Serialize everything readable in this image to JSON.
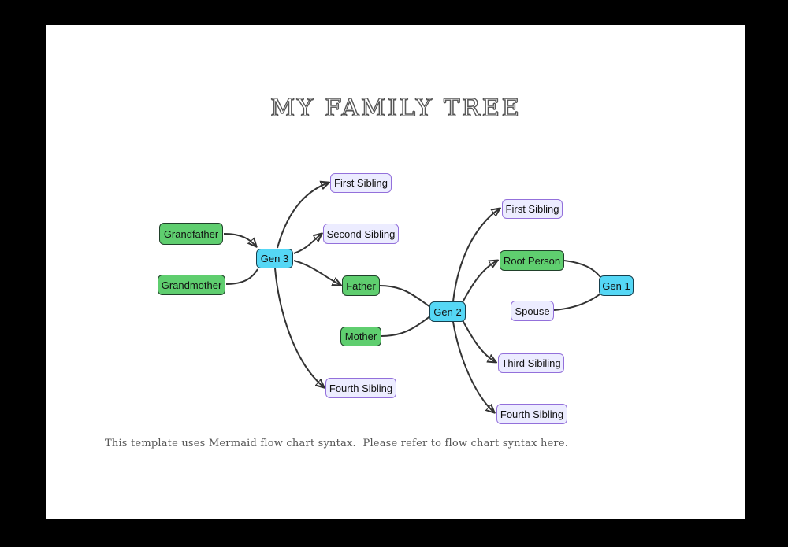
{
  "page": {
    "title": "MY FAMILY TREE",
    "footer": "This template uses Mermaid flow chart syntax.  Please refer to flow chart syntax here."
  },
  "colors": {
    "frame_bg": "#000000",
    "page_bg": "#ffffff",
    "node_green": "#5fce6f",
    "node_cyan": "#55d7f5",
    "node_lavender": "#ececff",
    "lavender_border": "#9370db",
    "dark_border": "#20402a",
    "edge": "#333333",
    "title_outline": "#555555",
    "footer_text": "#555555"
  },
  "nodes": {
    "grandfather": {
      "label": "Grandfather",
      "color": "green"
    },
    "grandmother": {
      "label": "Grandmother",
      "color": "green"
    },
    "gen3": {
      "label": "Gen 3",
      "color": "cyan"
    },
    "first_sibling_g3": {
      "label": "First Sibling",
      "color": "lavender"
    },
    "second_sibling_g3": {
      "label": "Second Sibling",
      "color": "lavender"
    },
    "father": {
      "label": "Father",
      "color": "green"
    },
    "mother": {
      "label": "Mother",
      "color": "green"
    },
    "fourth_sibling_g3": {
      "label": "Fourth Sibling",
      "color": "lavender"
    },
    "gen2": {
      "label": "Gen 2",
      "color": "cyan"
    },
    "first_sibling_g2": {
      "label": "First Sibling",
      "color": "lavender"
    },
    "root_person": {
      "label": "Root Person",
      "color": "green"
    },
    "spouse": {
      "label": "Spouse",
      "color": "lavender"
    },
    "third_sibiling_g2": {
      "label": "Third Sibiling",
      "color": "lavender"
    },
    "fourth_sibling_g2": {
      "label": "Fourth Sibling",
      "color": "lavender"
    },
    "gen1": {
      "label": "Gen 1",
      "color": "cyan"
    }
  }
}
